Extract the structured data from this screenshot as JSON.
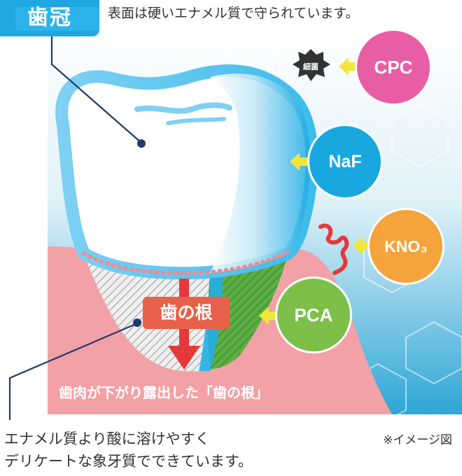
{
  "crown_label": "歯冠",
  "top_caption": "表面は硬いエナメル質で守られています。",
  "root_label": "歯の根",
  "gum_caption": "歯肉が下がり露出した「歯の根」",
  "bottom_caption": {
    "line1": "エナメル質より酸に溶けやすく",
    "line2": "デリケートな象牙質でできています。"
  },
  "note": "※イメージ図",
  "bacteria_label": "細菌",
  "ingredients": {
    "cpc": "CPC",
    "naf": "NaF",
    "kno3": "KNO₃",
    "pca": "PCA"
  },
  "colors": {
    "crown_tag": "#1fa7e1",
    "gum": "#f2a1a6",
    "cpc": "#e85ea5",
    "naf": "#19a7e0",
    "kno3": "#f5a33b",
    "pca": "#7cc049",
    "root_tag": "#e8604a",
    "arrow_yellow": "#f2e63a",
    "nerve_red": "#e5383b"
  }
}
